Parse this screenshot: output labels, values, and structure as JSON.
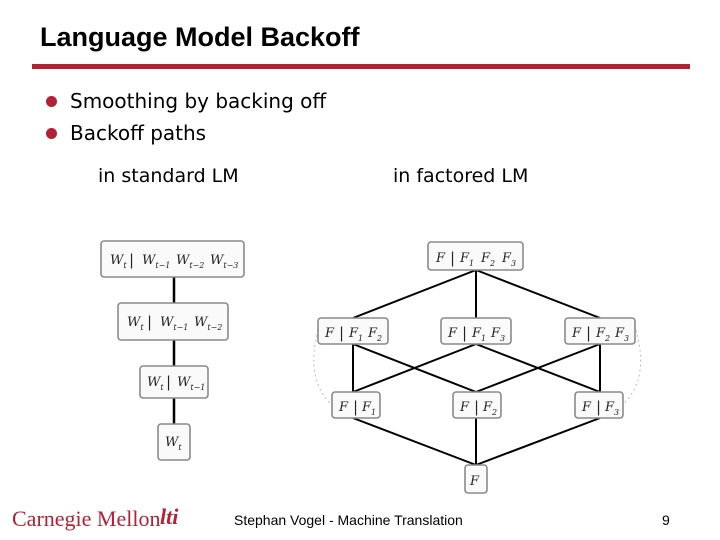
{
  "slide": {
    "title": "Language Model Backoff",
    "bullets": [
      "Smoothing by backing off",
      "Backoff paths"
    ],
    "sub_left": "in standard LM",
    "sub_right": "in factored LM"
  },
  "standard_lm": {
    "nodes": [
      [
        "W_t",
        "|",
        "W_t-1",
        "W_t-2",
        "W_t-3"
      ],
      [
        "W_t",
        "|",
        "W_t-1",
        "W_t-2"
      ],
      [
        "W_t",
        "|",
        "W_t-1"
      ],
      [
        "W_t"
      ]
    ]
  },
  "factored_lm": {
    "nodes": [
      [
        "F",
        "|",
        "F1",
        "F2",
        "F3"
      ],
      [
        "F",
        "|",
        "F1",
        "F2"
      ],
      [
        "F",
        "|",
        "F1",
        "F3"
      ],
      [
        "F",
        "|",
        "F2",
        "F3"
      ],
      [
        "F",
        "|",
        "F1"
      ],
      [
        "F",
        "|",
        "F2"
      ],
      [
        "F",
        "|",
        "F3"
      ],
      [
        "F"
      ]
    ]
  },
  "footer": {
    "logo": "Carnegie Mellon",
    "logo_mark": "lti",
    "text": "Stephan Vogel - Machine Translation",
    "page": "9"
  },
  "colors": {
    "accent": "#b22234",
    "node_border": "#8a8a8a"
  }
}
